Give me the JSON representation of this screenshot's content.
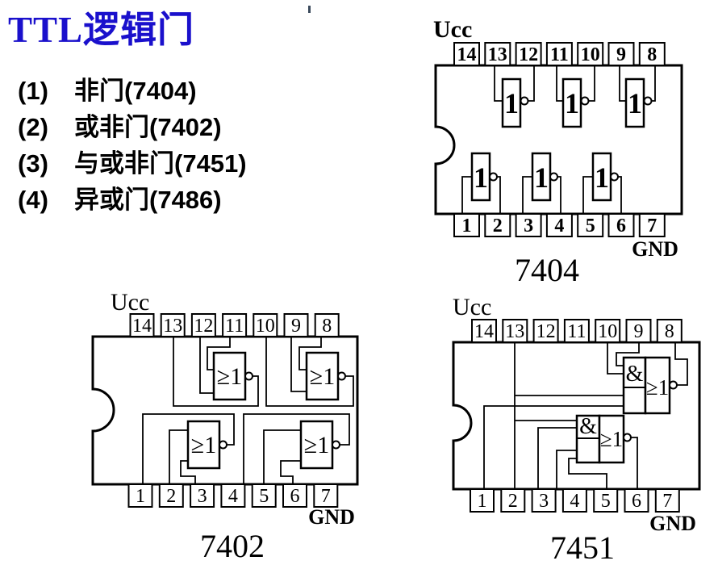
{
  "title": {
    "text": "TTL逻辑门",
    "color": "#1a10cc"
  },
  "colors": {
    "ink": "#000000",
    "background": "#ffffff",
    "accent": "#1a10cc"
  },
  "list": {
    "items": [
      {
        "num": "(1)",
        "name": "非门(7404)"
      },
      {
        "num": "(2)",
        "name": "或非门(7402)"
      },
      {
        "num": "(3)",
        "name": "与或非门(7451)"
      },
      {
        "num": "(4)",
        "name": "异或门(7486)"
      }
    ]
  },
  "diagrams": [
    {
      "name": "7404",
      "caption": "7404",
      "power_label": "Ucc",
      "ground_label": "GND",
      "gate_label": "1",
      "top_pins": [
        "14",
        "13",
        "12",
        "11",
        "10",
        "9",
        "8"
      ],
      "bottom_pins": [
        "1",
        "2",
        "3",
        "4",
        "5",
        "6",
        "7"
      ]
    },
    {
      "name": "7402",
      "caption": "7402",
      "power_label": "Ucc",
      "ground_label": "GND",
      "gate_label": "≥1",
      "top_pins": [
        "14",
        "13",
        "12",
        "11",
        "10",
        "9",
        "8"
      ],
      "bottom_pins": [
        "1",
        "2",
        "3",
        "4",
        "5",
        "6",
        "7"
      ]
    },
    {
      "name": "7451",
      "caption": "7451",
      "power_label": "Ucc",
      "ground_label": "GND",
      "and_label": "&",
      "or_label": "≥1",
      "top_pins": [
        "14",
        "13",
        "12",
        "11",
        "10",
        "9",
        "8"
      ],
      "bottom_pins": [
        "1",
        "2",
        "3",
        "4",
        "5",
        "6",
        "7"
      ]
    }
  ]
}
